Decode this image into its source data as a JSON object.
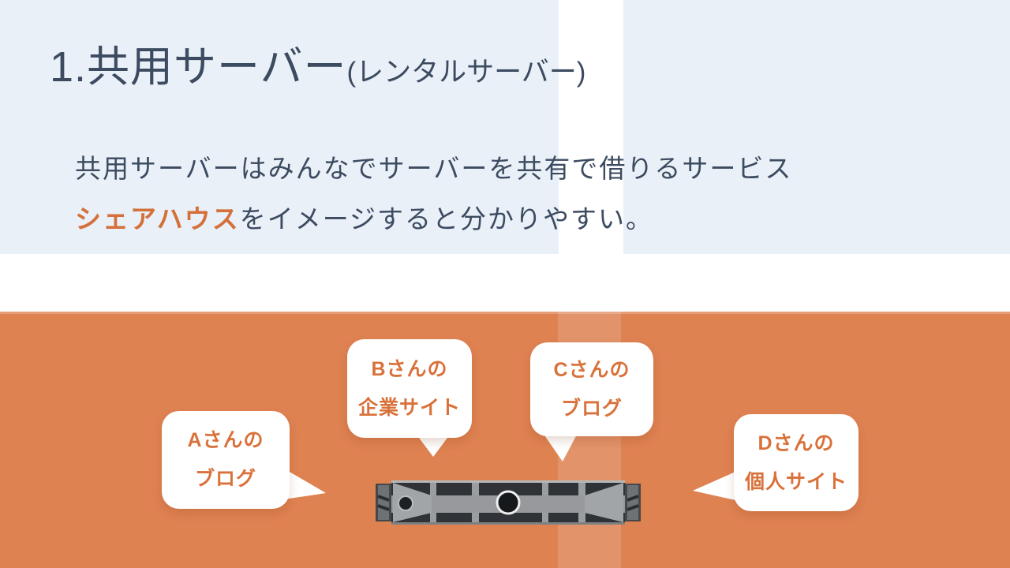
{
  "slide": {
    "title": {
      "main": "1.共用サーバー",
      "sub": "(レンタルサーバー)"
    },
    "body": {
      "line1": "共用サーバーはみんなでサーバーを共有で借りるサービス",
      "line2_accent": "シェアハウス",
      "line2_rest": "をイメージすると分かりやすい。"
    },
    "bubbles": [
      {
        "id": "A",
        "line1": "Aさんの",
        "line2": "ブログ"
      },
      {
        "id": "B",
        "line1": "Bさんの",
        "line2": "企業サイト"
      },
      {
        "id": "C",
        "line1": "Cさんの",
        "line2": "ブログ"
      },
      {
        "id": "D",
        "line1": "Dさんの",
        "line2": "個人サイト"
      }
    ],
    "icons": {
      "server": "rack-server-icon"
    }
  },
  "theme": {
    "bg-blue": "#e9f0f8",
    "bg-orange": "#df8252",
    "title-color": "#3c4b60",
    "accent-orange": "#d4703a",
    "bubble-text": "#d9713a",
    "bubble-bg": "#ffffff"
  }
}
